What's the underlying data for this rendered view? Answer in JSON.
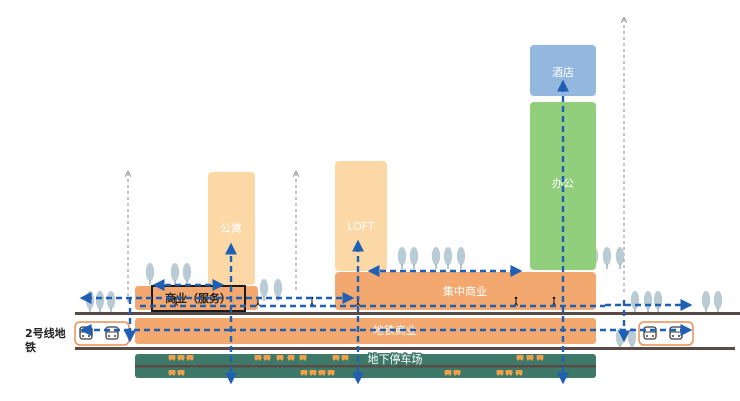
{
  "labels": {
    "apartment": "公寓",
    "loft": "LOFT",
    "hotel": "酒店",
    "office": "办公",
    "commerce_service": "商业（服务）",
    "central_commerce": "集中商业",
    "metro_commerce": "地铁商业",
    "underground_parking": "地下停车场",
    "metro_line_2": "2号线地",
    "metro_line_2_cont": "铁"
  },
  "colors": {
    "apartment": "#fbd8a6",
    "loft": "#fbd8a6",
    "hotel": "#94b7e0",
    "office": "#92cf7c",
    "commerce": "#f2a86e",
    "metro_commerce": "#f2a86e",
    "parking": "#3e7868",
    "flow_arrow": "#1f5fb4",
    "tree": "#b9ccd4",
    "ground": "#5a4a46",
    "car": "#f0a04b"
  }
}
